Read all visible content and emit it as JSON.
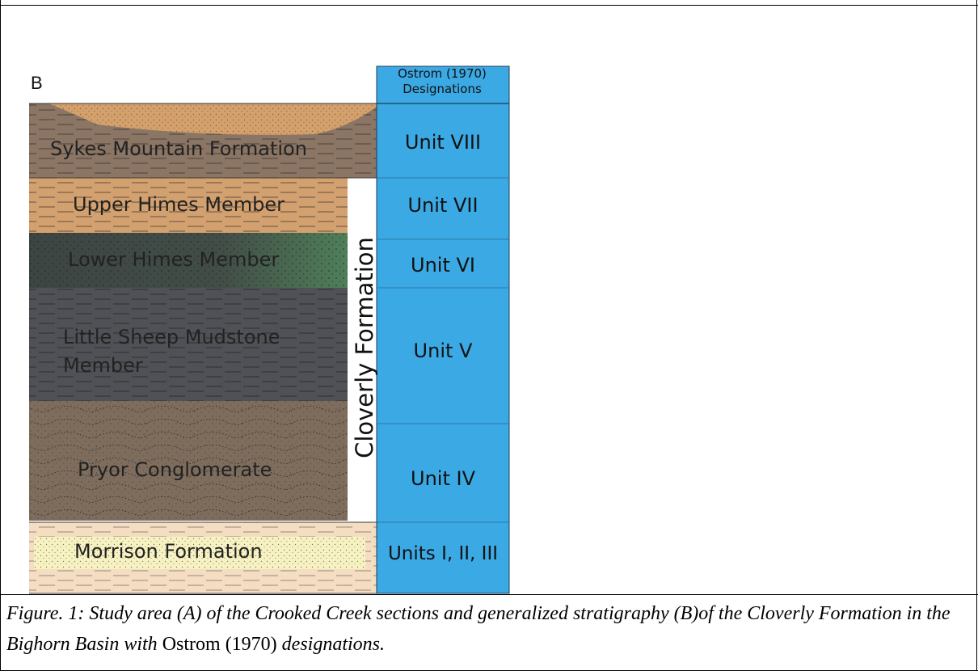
{
  "figure": {
    "panel_letter": "B",
    "ostrom_header_line1": "Ostrom (1970)",
    "ostrom_header_line2": "Designations",
    "group_label": "Cloverly Formation",
    "layers": [
      {
        "label_line1": "Sykes Mountain Formation",
        "label_line2": "",
        "unit": "Unit VIII",
        "color": "#8b7565"
      },
      {
        "label_line1": "Upper Himes Member",
        "label_line2": "",
        "unit": "Unit VII",
        "color": "#d3a16f"
      },
      {
        "label_line1": "Lower Himes Member",
        "label_line2": "",
        "unit": "Unit VI",
        "color": "#44504a"
      },
      {
        "label_line1": "Little Sheep Mudstone",
        "label_line2": "Member",
        "unit": "Unit V",
        "color": "#505156"
      },
      {
        "label_line1": "Pryor Conglomerate",
        "label_line2": "",
        "unit": "Unit IV",
        "color": "#7e6d5d"
      },
      {
        "label_line1": "Morrison Formation",
        "label_line2": "",
        "unit": "Units I, II, III",
        "color": "#f5ddc2"
      }
    ],
    "colors": {
      "unit_column": "#3ba9e4",
      "channel_sand": "#d4a06b",
      "morrison_sand": "#f7f2c2",
      "green_tint": "#4f7f59"
    }
  },
  "caption": {
    "italic_before": "Figure. 1: Study area (A) of the Crooked Creek sections and generalized stratigraphy (B)of the Cloverly Formation in the Bighorn Basin with ",
    "regular": "Ostrom (1970)",
    "italic_after": " designations."
  }
}
